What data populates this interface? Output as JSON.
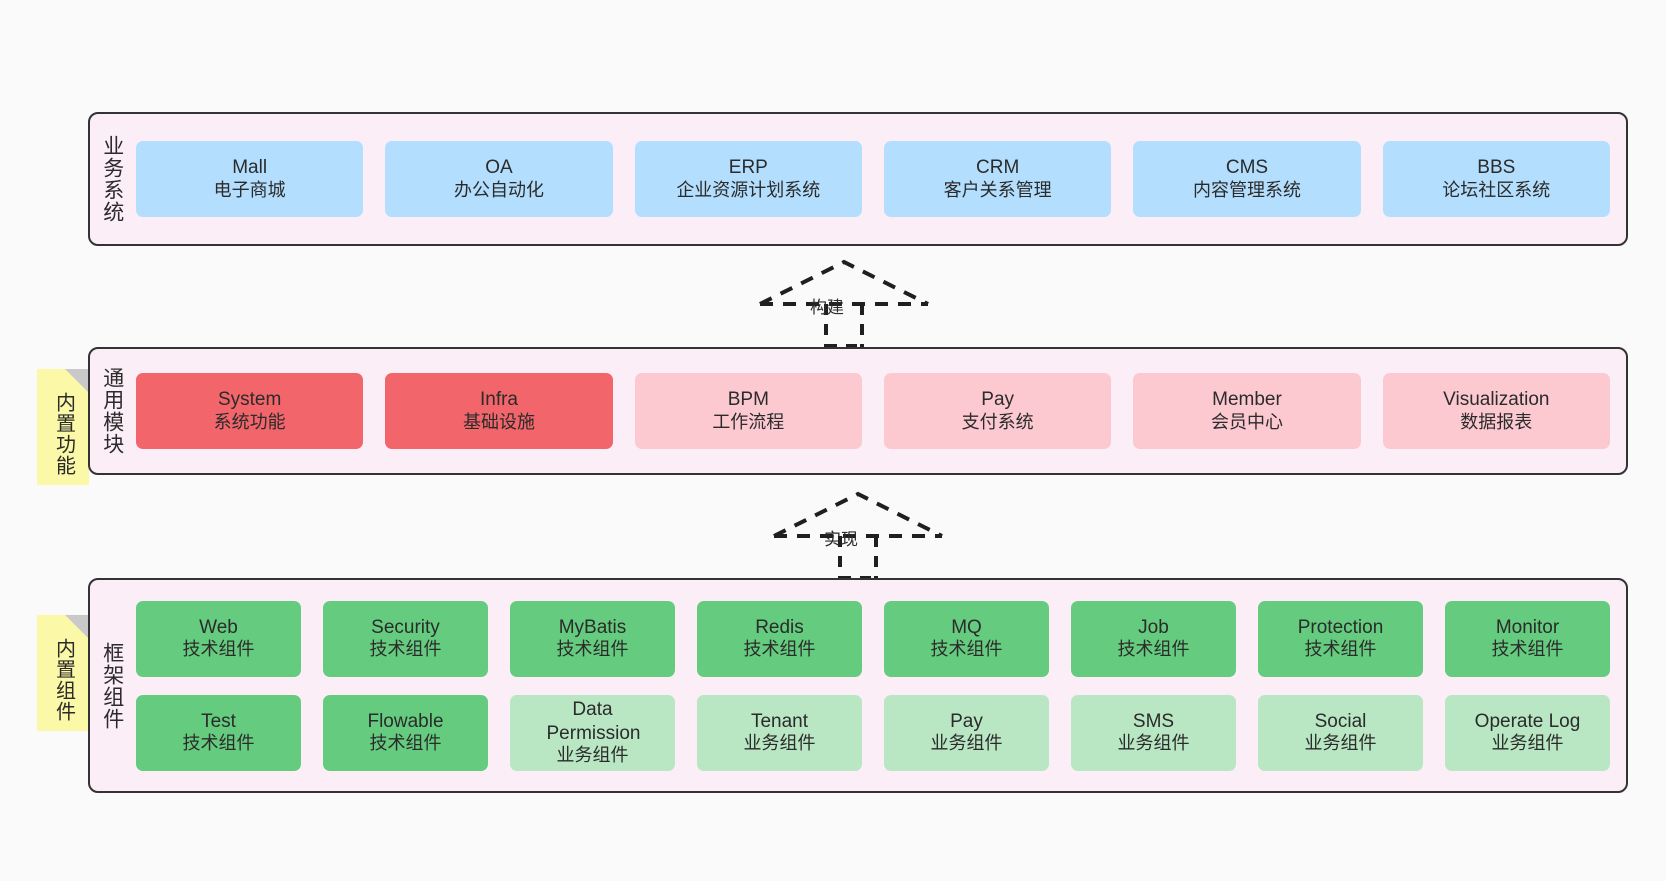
{
  "diagram": {
    "background_color": "#fafafa",
    "panel_color": "#fbeef6",
    "border_color": "#333333",
    "note_color": "#fbf8a8",
    "layers": [
      {
        "id": "business-system",
        "label": "业务系统",
        "note": null,
        "rows": [
          {
            "cards": [
              {
                "title": "Mall",
                "subtitle": "电子商城",
                "color": "#b3defd",
                "style": "blue"
              },
              {
                "title": "OA",
                "subtitle": "办公自动化",
                "color": "#b3defd",
                "style": "blue"
              },
              {
                "title": "ERP",
                "subtitle": "企业资源计划系统",
                "color": "#b3defd",
                "style": "blue"
              },
              {
                "title": "CRM",
                "subtitle": "客户关系管理",
                "color": "#b3defd",
                "style": "blue"
              },
              {
                "title": "CMS",
                "subtitle": "内容管理系统",
                "color": "#b3defd",
                "style": "blue"
              },
              {
                "title": "BBS",
                "subtitle": "论坛社区系统",
                "color": "#b3defd",
                "style": "blue"
              }
            ]
          }
        ]
      },
      {
        "id": "common-module",
        "label": "通用模块",
        "note": "内置功能",
        "rows": [
          {
            "cards": [
              {
                "title": "System",
                "subtitle": "系统功能",
                "color": "#f2656a",
                "style": "red"
              },
              {
                "title": "Infra",
                "subtitle": "基础设施",
                "color": "#f2656a",
                "style": "red"
              },
              {
                "title": "BPM",
                "subtitle": "工作流程",
                "color": "#fcc9d1",
                "style": "pink"
              },
              {
                "title": "Pay",
                "subtitle": "支付系统",
                "color": "#fcc9d1",
                "style": "pink"
              },
              {
                "title": "Member",
                "subtitle": "会员中心",
                "color": "#fcc9d1",
                "style": "pink"
              },
              {
                "title": "Visualization",
                "subtitle": "数据报表",
                "color": "#fcc9d1",
                "style": "pink"
              }
            ]
          }
        ]
      },
      {
        "id": "framework-component",
        "label": "框架组件",
        "note": "内置组件",
        "rows": [
          {
            "cards": [
              {
                "title": "Web",
                "subtitle": "技术组件",
                "color": "#65cc7f",
                "style": "green"
              },
              {
                "title": "Security",
                "subtitle": "技术组件",
                "color": "#65cc7f",
                "style": "green"
              },
              {
                "title": "MyBatis",
                "subtitle": "技术组件",
                "color": "#65cc7f",
                "style": "green"
              },
              {
                "title": "Redis",
                "subtitle": "技术组件",
                "color": "#65cc7f",
                "style": "green"
              },
              {
                "title": "MQ",
                "subtitle": "技术组件",
                "color": "#65cc7f",
                "style": "green"
              },
              {
                "title": "Job",
                "subtitle": "技术组件",
                "color": "#65cc7f",
                "style": "green"
              },
              {
                "title": "Protection",
                "subtitle": "技术组件",
                "color": "#65cc7f",
                "style": "green"
              },
              {
                "title": "Monitor",
                "subtitle": "技术组件",
                "color": "#65cc7f",
                "style": "green"
              }
            ]
          },
          {
            "cards": [
              {
                "title": "Test",
                "subtitle": "技术组件",
                "color": "#65cc7f",
                "style": "green"
              },
              {
                "title": "Flowable",
                "subtitle": "技术组件",
                "color": "#65cc7f",
                "style": "green"
              },
              {
                "title": "Data Permission",
                "subtitle": "业务组件",
                "color": "#b9e6c3",
                "style": "lightgreen"
              },
              {
                "title": "Tenant",
                "subtitle": "业务组件",
                "color": "#b9e6c3",
                "style": "lightgreen"
              },
              {
                "title": "Pay",
                "subtitle": "业务组件",
                "color": "#b9e6c3",
                "style": "lightgreen"
              },
              {
                "title": "SMS",
                "subtitle": "业务组件",
                "color": "#b9e6c3",
                "style": "lightgreen"
              },
              {
                "title": "Social",
                "subtitle": "业务组件",
                "color": "#b9e6c3",
                "style": "lightgreen"
              },
              {
                "title": "Operate Log",
                "subtitle": "业务组件",
                "color": "#b9e6c3",
                "style": "lightgreen"
              }
            ]
          }
        ]
      }
    ],
    "connectors": [
      {
        "id": "build",
        "label": "构建",
        "from": "common-module",
        "to": "business-system"
      },
      {
        "id": "implement",
        "label": "实现",
        "from": "framework-component",
        "to": "common-module"
      }
    ]
  }
}
